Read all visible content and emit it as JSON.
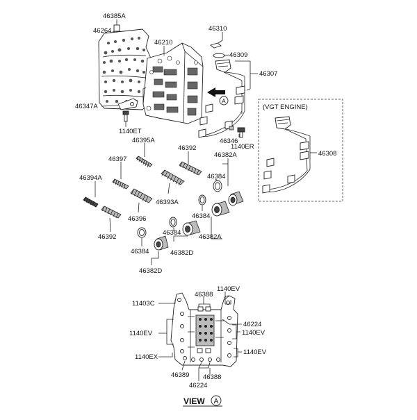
{
  "labels": {
    "p46385A_top": "46385A",
    "p46264": "46264",
    "p46210": "46210",
    "p46310": "46310",
    "p46309": "46309",
    "p46307": "46307",
    "callout_a": "A",
    "p46347A": "46347A",
    "p1140ET": "1140ET",
    "p46346": "46346",
    "p1140ER": "1140ER",
    "vgt_engine": "(VGT ENGINE)",
    "p46308": "46308",
    "p46395A": "46395A",
    "p46397": "46397",
    "p46392_top": "46392",
    "p46382A_top": "46382A",
    "p46394A": "46394A",
    "p46384_a": "46384",
    "p46393A": "46393A",
    "p46396": "46396",
    "p46384_b": "46384",
    "p46392_bottom": "46392",
    "p46384_c": "46384",
    "p46382A_bottom": "46382A",
    "p46382D_mid": "46382D",
    "p46384_d": "46384",
    "p46382D_bottom": "46382D",
    "v46388_top": "46388",
    "v1140EV_top": "1140EV",
    "v11403C": "11403C",
    "v46224_top": "46224",
    "v1140EV_left": "1140EV",
    "v1140EV_right1": "1140EV",
    "v1140EV_right2": "1140EV",
    "v1140EX": "1140EX",
    "v46389": "46389",
    "v46388_bottom": "46388",
    "v46224_bottom": "46224",
    "view_title": "VIEW",
    "view_circle": "A"
  }
}
